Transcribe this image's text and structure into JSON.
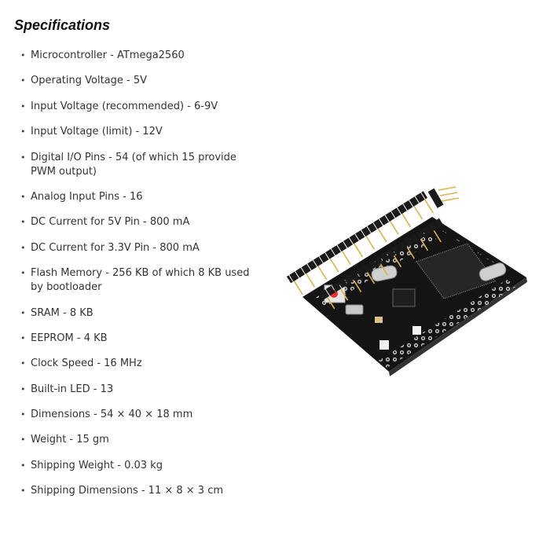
{
  "section": {
    "title": "Specifications"
  },
  "specs": [
    {
      "text": "Microcontroller - ATmega2560"
    },
    {
      "text": "Operating Voltage - 5V"
    },
    {
      "text": "Input Voltage (recommended) - 6-9V"
    },
    {
      "text": "Input Voltage (limit) - 12V"
    },
    {
      "text": "Digital I/O Pins - 54 (of which 15 provide PWM output)"
    },
    {
      "text": "Analog Input Pins - 16"
    },
    {
      "text": "DC Current for 5V Pin - 800 mA"
    },
    {
      "text": "DC Current for 3.3V Pin - 800 mA"
    },
    {
      "text": "Flash Memory - 256 KB of which 8 KB used by bootloader"
    },
    {
      "text": "SRAM - 8 KB"
    },
    {
      "text": "EEPROM - 4 KB"
    },
    {
      "text": "Clock Speed - 16 MHz"
    },
    {
      "text": "Built-in LED - 13"
    },
    {
      "text": "Dimensions - 54 × 40 × 18 mm"
    },
    {
      "text": "Weight - 15 gm"
    },
    {
      "text": "Shipping Weight - 0.03 kg"
    },
    {
      "text": "Shipping Dimensions - 11 × 8 × 3 cm"
    }
  ],
  "image": {
    "subject": "mega2560-pro-mini-board-photo",
    "colors": {
      "pcb": "#141414",
      "pins": "#d9b44a",
      "button": "#e8332b",
      "chip": "#2a2a2a",
      "crystal": "#c9c9c9"
    }
  }
}
